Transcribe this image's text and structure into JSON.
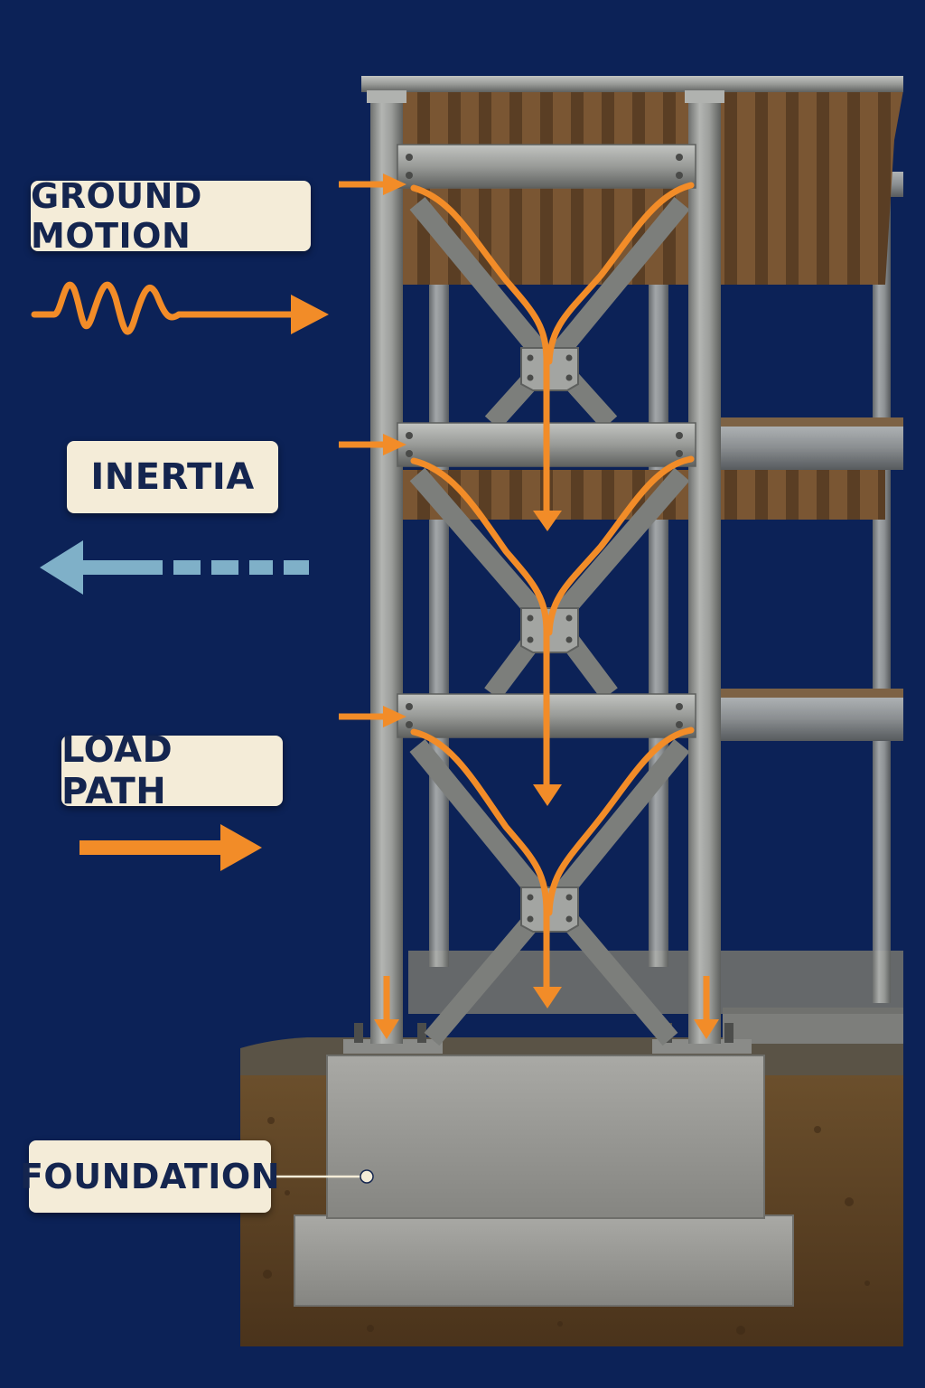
{
  "labels": {
    "ground_motion": "GROUND MOTION",
    "inertia": "INERTIA",
    "load_path": "LOAD PATH",
    "foundation": "FOUNDATION"
  },
  "colors": {
    "background": "#0c2257",
    "label_bg": "#f4ecd8",
    "label_text": "#14254f",
    "load_path_orange": "#f28c28",
    "inertia_blue": "#7fb0c8",
    "steel": "#9a9c9a",
    "concrete": "#9c9c98",
    "soil": "#5c4326",
    "wood_deck": "#6b4a2c"
  },
  "icons": {
    "ground_motion": "wave-arrow-right-icon",
    "inertia": "dashed-arrow-left-icon",
    "load_path": "arrow-right-icon"
  }
}
